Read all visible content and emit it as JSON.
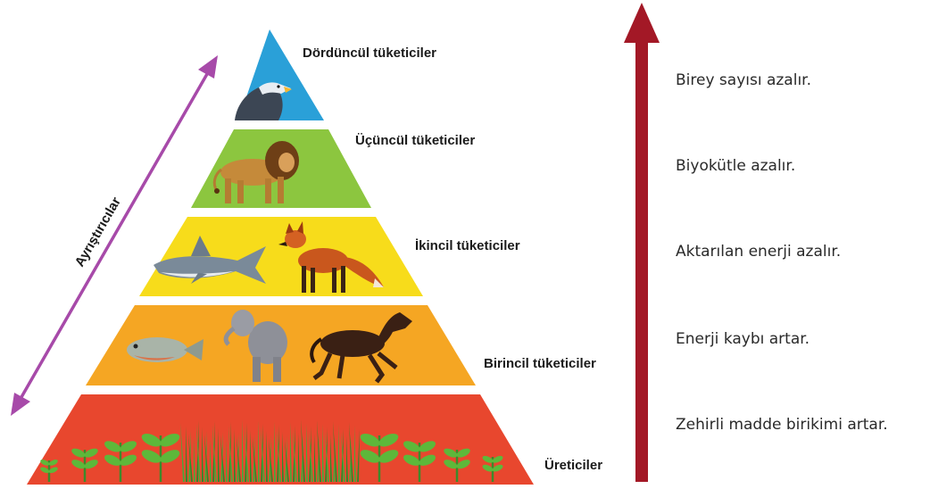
{
  "levels": [
    {
      "label": "Dördüncül tüketiciler",
      "color": "#2aa0d8"
    },
    {
      "label": "Üçüncül tüketiciler",
      "color": "#8cc63f"
    },
    {
      "label": "İkincil tüketiciler",
      "color": "#f7dc1b"
    },
    {
      "label": "Birincil tüketiciler",
      "color": "#f5a623"
    },
    {
      "label": "Üreticiler",
      "color": "#e8472e"
    }
  ],
  "decomposers": {
    "label": "Ayrıştırıcılar",
    "color": "#a74aa9"
  },
  "statements": [
    "Birey sayısı azalır.",
    "Biyokütle azalır.",
    "Aktarılan enerji azalır.",
    "Enerji kaybı artar.",
    "Zehirli madde birikimi artar."
  ],
  "arrow_color": "#a31826",
  "icons": {
    "apex": "eagle-icon",
    "tertiary": "lion-icon",
    "secondary": [
      "shark-icon",
      "fox-icon"
    ],
    "primary": [
      "fish-icon",
      "elephant-icon",
      "horse-icon"
    ],
    "producers": [
      "grass-icon",
      "seedling-icon"
    ]
  }
}
